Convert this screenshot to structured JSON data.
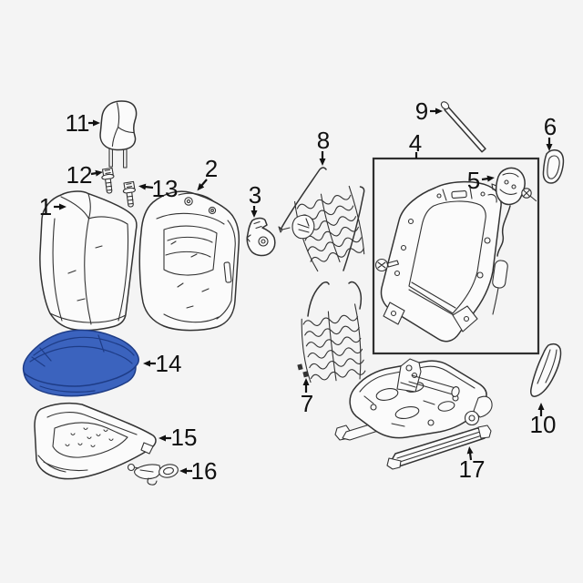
{
  "diagram": {
    "colors": {
      "background": "#f4f4f4",
      "line": "#333333",
      "label": "#111111",
      "highlight_fill": "#3b63be",
      "highlight_stroke": "#1e3c86",
      "box_stroke": "#2f2f2f"
    },
    "callouts": [
      {
        "number": "1"
      },
      {
        "number": "2"
      },
      {
        "number": "3"
      },
      {
        "number": "4"
      },
      {
        "number": "5"
      },
      {
        "number": "6"
      },
      {
        "number": "7"
      },
      {
        "number": "8"
      },
      {
        "number": "9"
      },
      {
        "number": "10"
      },
      {
        "number": "11"
      },
      {
        "number": "12"
      },
      {
        "number": "13"
      },
      {
        "number": "14"
      },
      {
        "number": "15"
      },
      {
        "number": "16"
      },
      {
        "number": "17"
      }
    ]
  }
}
